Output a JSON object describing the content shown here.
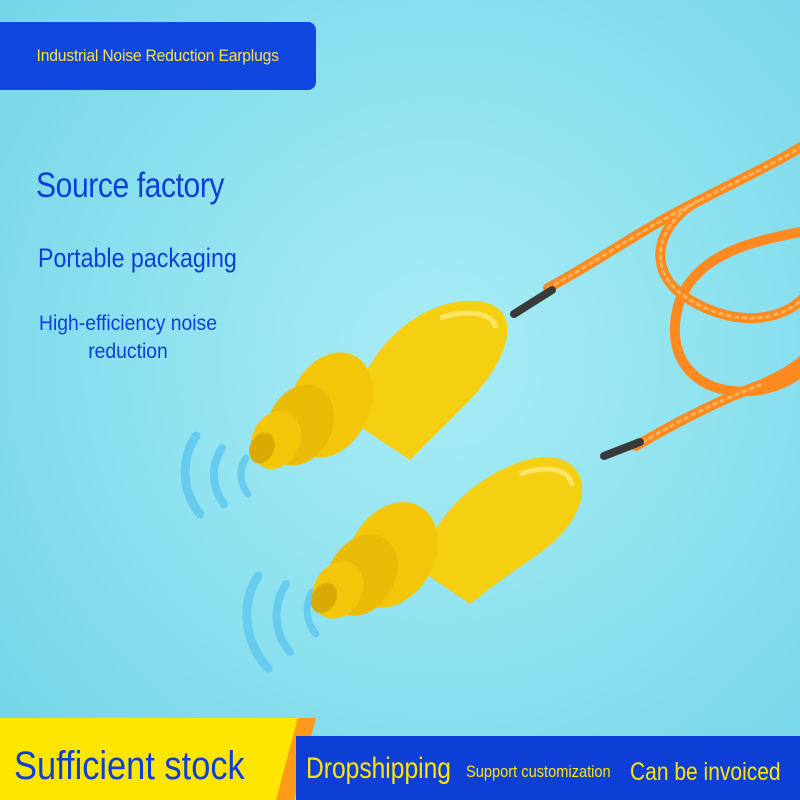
{
  "banner": {
    "title": "Industrial Noise Reduction Earplugs"
  },
  "features": [
    {
      "label": "Source factory"
    },
    {
      "label": "Portable packaging"
    },
    {
      "label": "High-efficiency noise reduction"
    }
  ],
  "footer": {
    "stock_label": "Sufficient stock",
    "items": [
      "Dropshipping",
      "Support customization",
      "Can be invoiced"
    ]
  },
  "colors": {
    "background": "#8fe2ef",
    "brand_blue": "#0d3fd6",
    "accent_yellow": "#ffe600",
    "cord_orange": "#ff8a1f",
    "earplug_yellow": "#f5cf12"
  },
  "icons": [
    "sound-wave-icon",
    "earplug-icon",
    "cord-icon"
  ]
}
